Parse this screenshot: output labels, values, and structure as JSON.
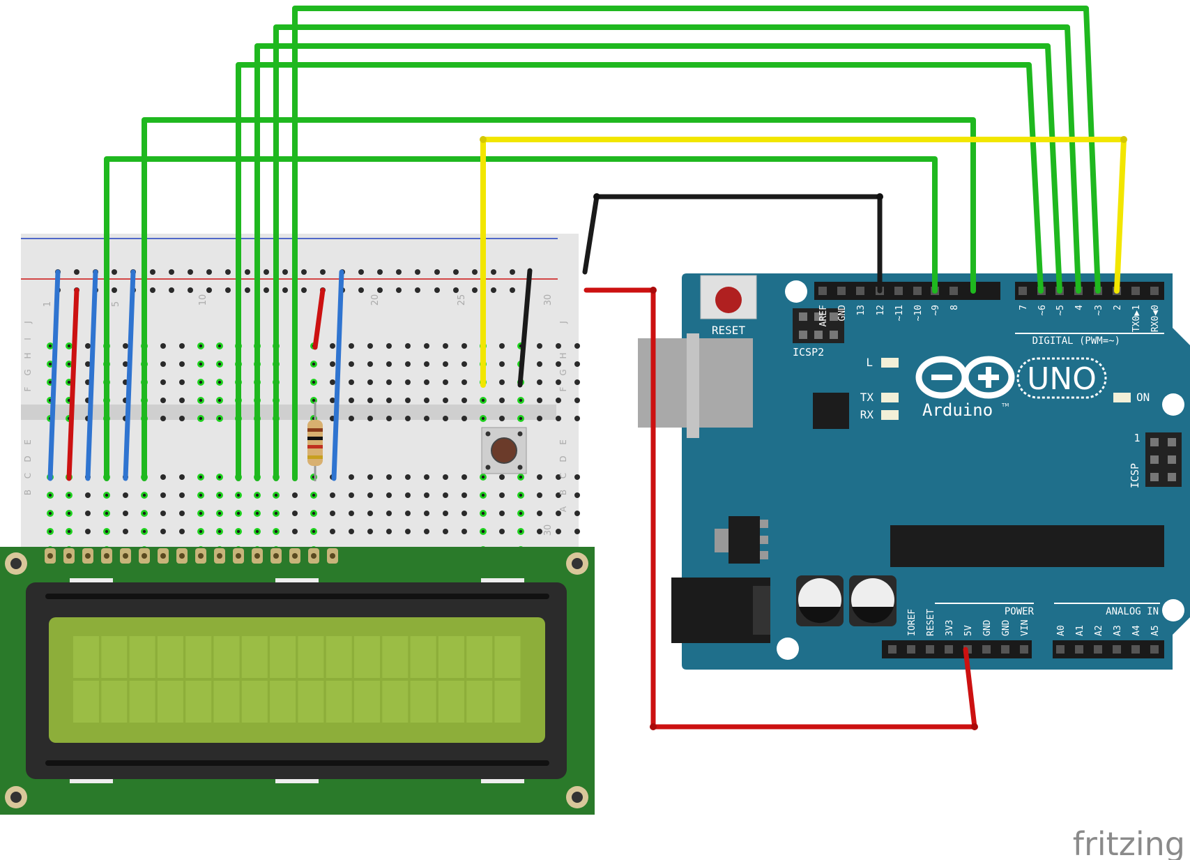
{
  "colors": {
    "arduino_board": "#1f6f8b",
    "arduino_dark": "#1a5f78",
    "breadboard": "#e6e6e6",
    "lcd_pcb": "#2a7a2a",
    "lcd_bezel": "#2b2b2b",
    "lcd_screen": "#8dae3a",
    "wire_green": "#1fb81f",
    "wire_yellow": "#f2e600",
    "wire_red": "#cc1111",
    "wire_blue": "#2f74d0",
    "wire_black": "#1a1a1a",
    "reset_button": "#b02020"
  },
  "arduino": {
    "reset_label": "RESET",
    "icsp2_label": "ICSP2",
    "icsp_label": "ICSP",
    "icsp_pin1": "1",
    "digital_label": "DIGITAL (PWM=~)",
    "brand": "Arduino",
    "model": "UNO",
    "tm": "TM",
    "led_l": "L",
    "led_tx": "TX",
    "led_rx": "RX",
    "led_on": "ON",
    "power_label": "POWER",
    "analog_label": "ANALOG IN",
    "digital_pins": [
      "AREF",
      "GND",
      "13",
      "12",
      "~11",
      "~10",
      "~9",
      "8",
      "7",
      "~6",
      "~5",
      "4",
      "~3",
      "2",
      "TX0▶1",
      "RX0◀0"
    ],
    "power_pins": [
      "IOREF",
      "RESET",
      "3V3",
      "5V",
      "GND",
      "GND",
      "VIN"
    ],
    "analog_pins": [
      "A0",
      "A1",
      "A2",
      "A3",
      "A4",
      "A5"
    ]
  },
  "breadboard": {
    "row_letters_top": [
      "J",
      "I",
      "H",
      "G",
      "F"
    ],
    "row_letters_bottom": [
      "E",
      "D",
      "C",
      "B",
      "A"
    ],
    "column_numbers": [
      "1",
      "5",
      "10",
      "20",
      "25",
      "30"
    ]
  },
  "footer": {
    "logo": "fritzing"
  }
}
